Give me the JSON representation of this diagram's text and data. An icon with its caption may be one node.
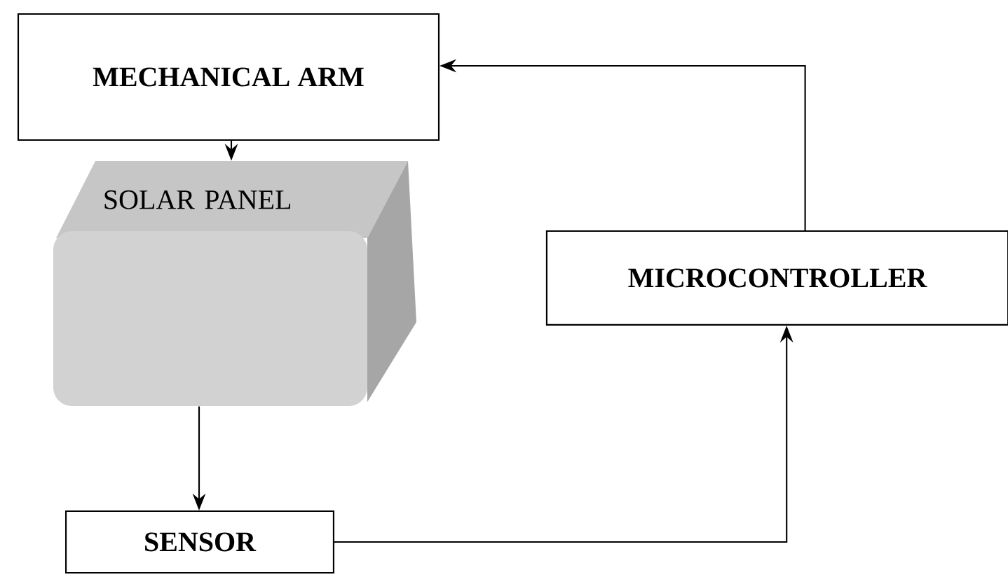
{
  "diagram": {
    "nodes": [
      {
        "text": [
          "MECHANICAL ARM"
        ]
      },
      {
        "text": [
          "SOLAR PANEL"
        ]
      },
      {
        "text": [
          "MICROCONTROLLER"
        ]
      },
      {
        "text": [
          "SENSOR"
        ]
      }
    ],
    "edges": [
      {
        "from": 0,
        "to": 1,
        "arrow": "to"
      },
      {
        "from": 1,
        "to": 3,
        "arrow": "to"
      },
      {
        "from": 3,
        "to": 2,
        "arrow": "to"
      },
      {
        "from": 2,
        "to": 0,
        "arrow": "to"
      }
    ]
  }
}
